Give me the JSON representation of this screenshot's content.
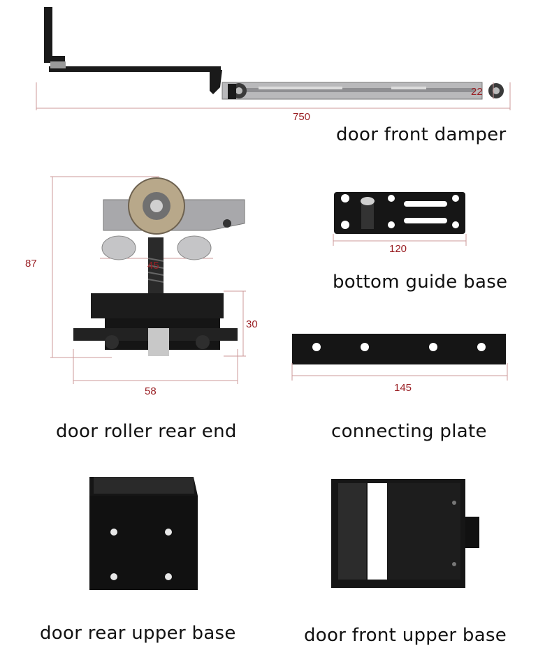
{
  "parts": [
    {
      "name": "door front damper",
      "dimensions": [
        "750",
        "22"
      ]
    },
    {
      "name": "door roller rear end",
      "dimensions": [
        "87",
        "45",
        "30",
        "58"
      ]
    },
    {
      "name": "bottom guide base",
      "dimensions": [
        "120"
      ]
    },
    {
      "name": "connecting plate",
      "dimensions": [
        "145"
      ]
    },
    {
      "name": "door rear upper base",
      "dimensions": []
    },
    {
      "name": "door front upper base",
      "dimensions": []
    }
  ],
  "colors": {
    "dimension": "#9a1f24",
    "label": "#111111",
    "part": "#141414"
  }
}
